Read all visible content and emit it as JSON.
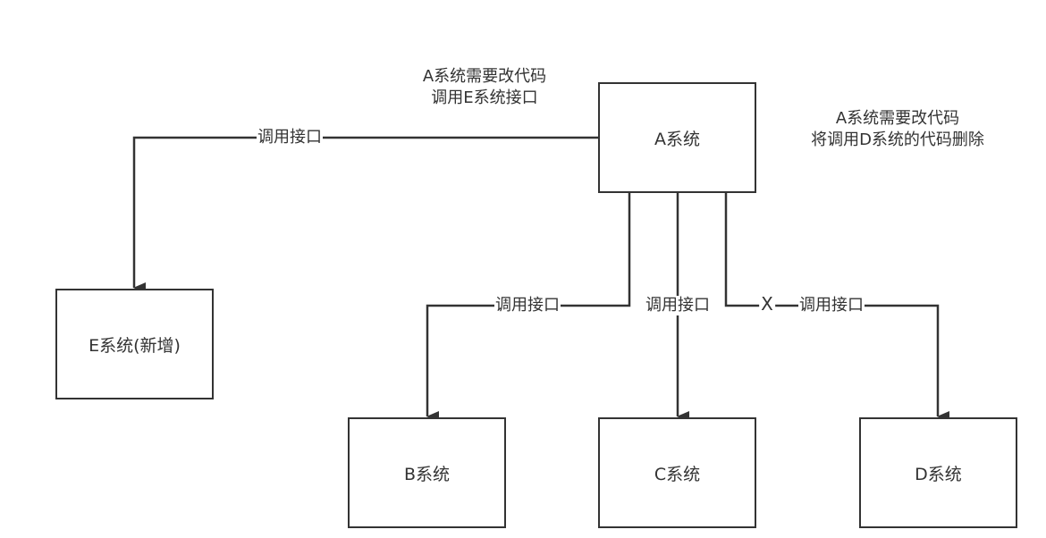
{
  "nodes": {
    "a": "A系统",
    "b": "B系统",
    "c": "C系统",
    "d": "D系统",
    "e": "E系统(新增)"
  },
  "edge_labels": {
    "a_to_e": "调用接口",
    "a_to_b": "调用接口",
    "a_to_c": "调用接口",
    "a_to_d": "调用接口"
  },
  "removed_mark": "X",
  "notes": {
    "top_left": {
      "line1": "A系统需要改代码",
      "line2": "调用E系统接口"
    },
    "top_right": {
      "line1": "A系统需要改代码",
      "line2": "将调用D系统的代码删除"
    }
  },
  "colors": {
    "stroke": "#333333",
    "background": "#ffffff"
  }
}
